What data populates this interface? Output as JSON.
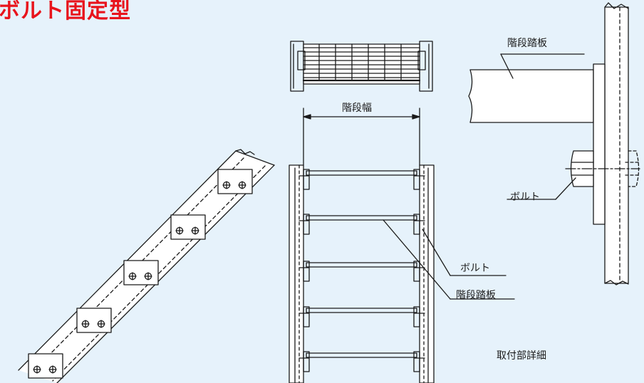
{
  "title": "ボルト固定型",
  "labels": {
    "stair_width": "階段幅",
    "tread_detail": "階段踏板",
    "bolt_detail": "ボルト",
    "bolt_front": "ボルト",
    "tread_front": "階段踏板",
    "mounting_detail": "取付部詳細"
  },
  "colors": {
    "background": "#e6f2fb",
    "line": "#1a1a1a",
    "title": "#e8141c"
  }
}
